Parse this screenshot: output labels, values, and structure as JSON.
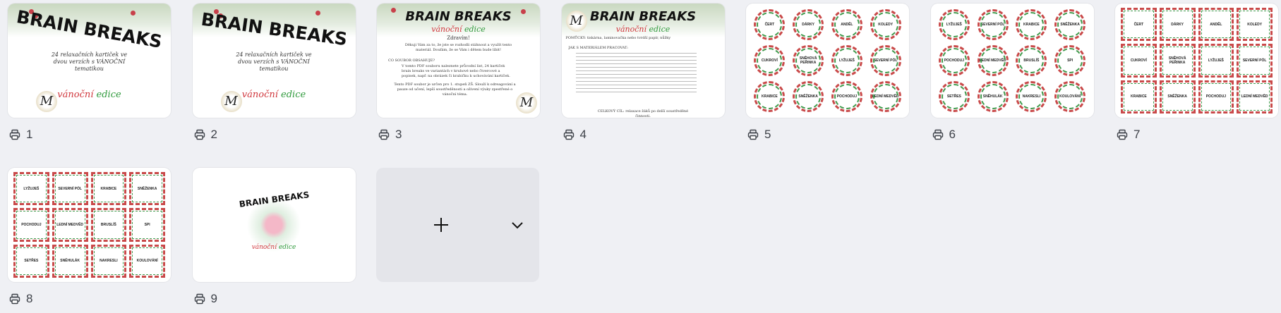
{
  "brand": {
    "title": "BRAIN BREAKS",
    "subtitle_a": "vánoční",
    "subtitle_b": "edice",
    "tagline": "24 relaxačních kartiček ve dvou verzích s VÁNOČNÍ tematikou",
    "monogram": "M"
  },
  "doc_page": {
    "greeting": "Zdravím!",
    "intro": "Děkuji Vám za to, že jste se rozhodli stáhnout a využít tento materiál. Doufám, že se Vám i dětem bude líbit!",
    "heading": "CO SOUBOR OBSAHUJE?",
    "body": "V tomto PDF souboru naleznete průvodní list, 24 kartiček brain breaks ve variantách v kruhové nebo čtvercové a popisek, např. na obrázek či krabičku k uchovávání kartiček.",
    "body2": "Tento PDF soubor je určen pro 1. stupeň ZŠ. Slouží k odreagování a pauze od učení, lepší soustředěnosti a oživení výuky zpestřené o vánoční téma."
  },
  "doc_page2": {
    "tools": "POMŮCKY: tiskárna, laminovačka nebo tvrdší papír, nůžky",
    "heading": "JAK S MATERIÁLEM PRACOVAT:",
    "goal": "CELKOVÝ CÍL: relaxace žáků po delší soustředěné činnosti."
  },
  "card_words": [
    "ČERT",
    "DÁRKY",
    "ANDĚL",
    "KOLEDY",
    "CUKROVÍ",
    "SNĚHOVÁ PEŘINKA",
    "LYŽUJEŠ",
    "SEVERNÍ PÓL",
    "KRABICE",
    "SNĚŽENKA",
    "POCHODUJ",
    "LEDNÍ MEDVĚD",
    "BRUSLÍŠ",
    "SPI",
    "SETŘES",
    "SNĚHULÁK",
    "NAKRESLI",
    "KOULOVÁNÍ"
  ],
  "pages": [
    {
      "number": "1",
      "kind": "cover"
    },
    {
      "number": "2",
      "kind": "cover"
    },
    {
      "number": "3",
      "kind": "doc"
    },
    {
      "number": "4",
      "kind": "doc2"
    },
    {
      "number": "5",
      "kind": "circles"
    },
    {
      "number": "6",
      "kind": "circles"
    },
    {
      "number": "7",
      "kind": "squares"
    },
    {
      "number": "8",
      "kind": "squares"
    },
    {
      "number": "9",
      "kind": "logo"
    }
  ],
  "add_page": {
    "icon": "plus-icon",
    "menu_icon": "chevron-down-icon"
  },
  "colors": {
    "background": "#eff0f4",
    "add_card": "#e4e5ea",
    "red": "#d0363c",
    "green": "#2f9a3c"
  }
}
